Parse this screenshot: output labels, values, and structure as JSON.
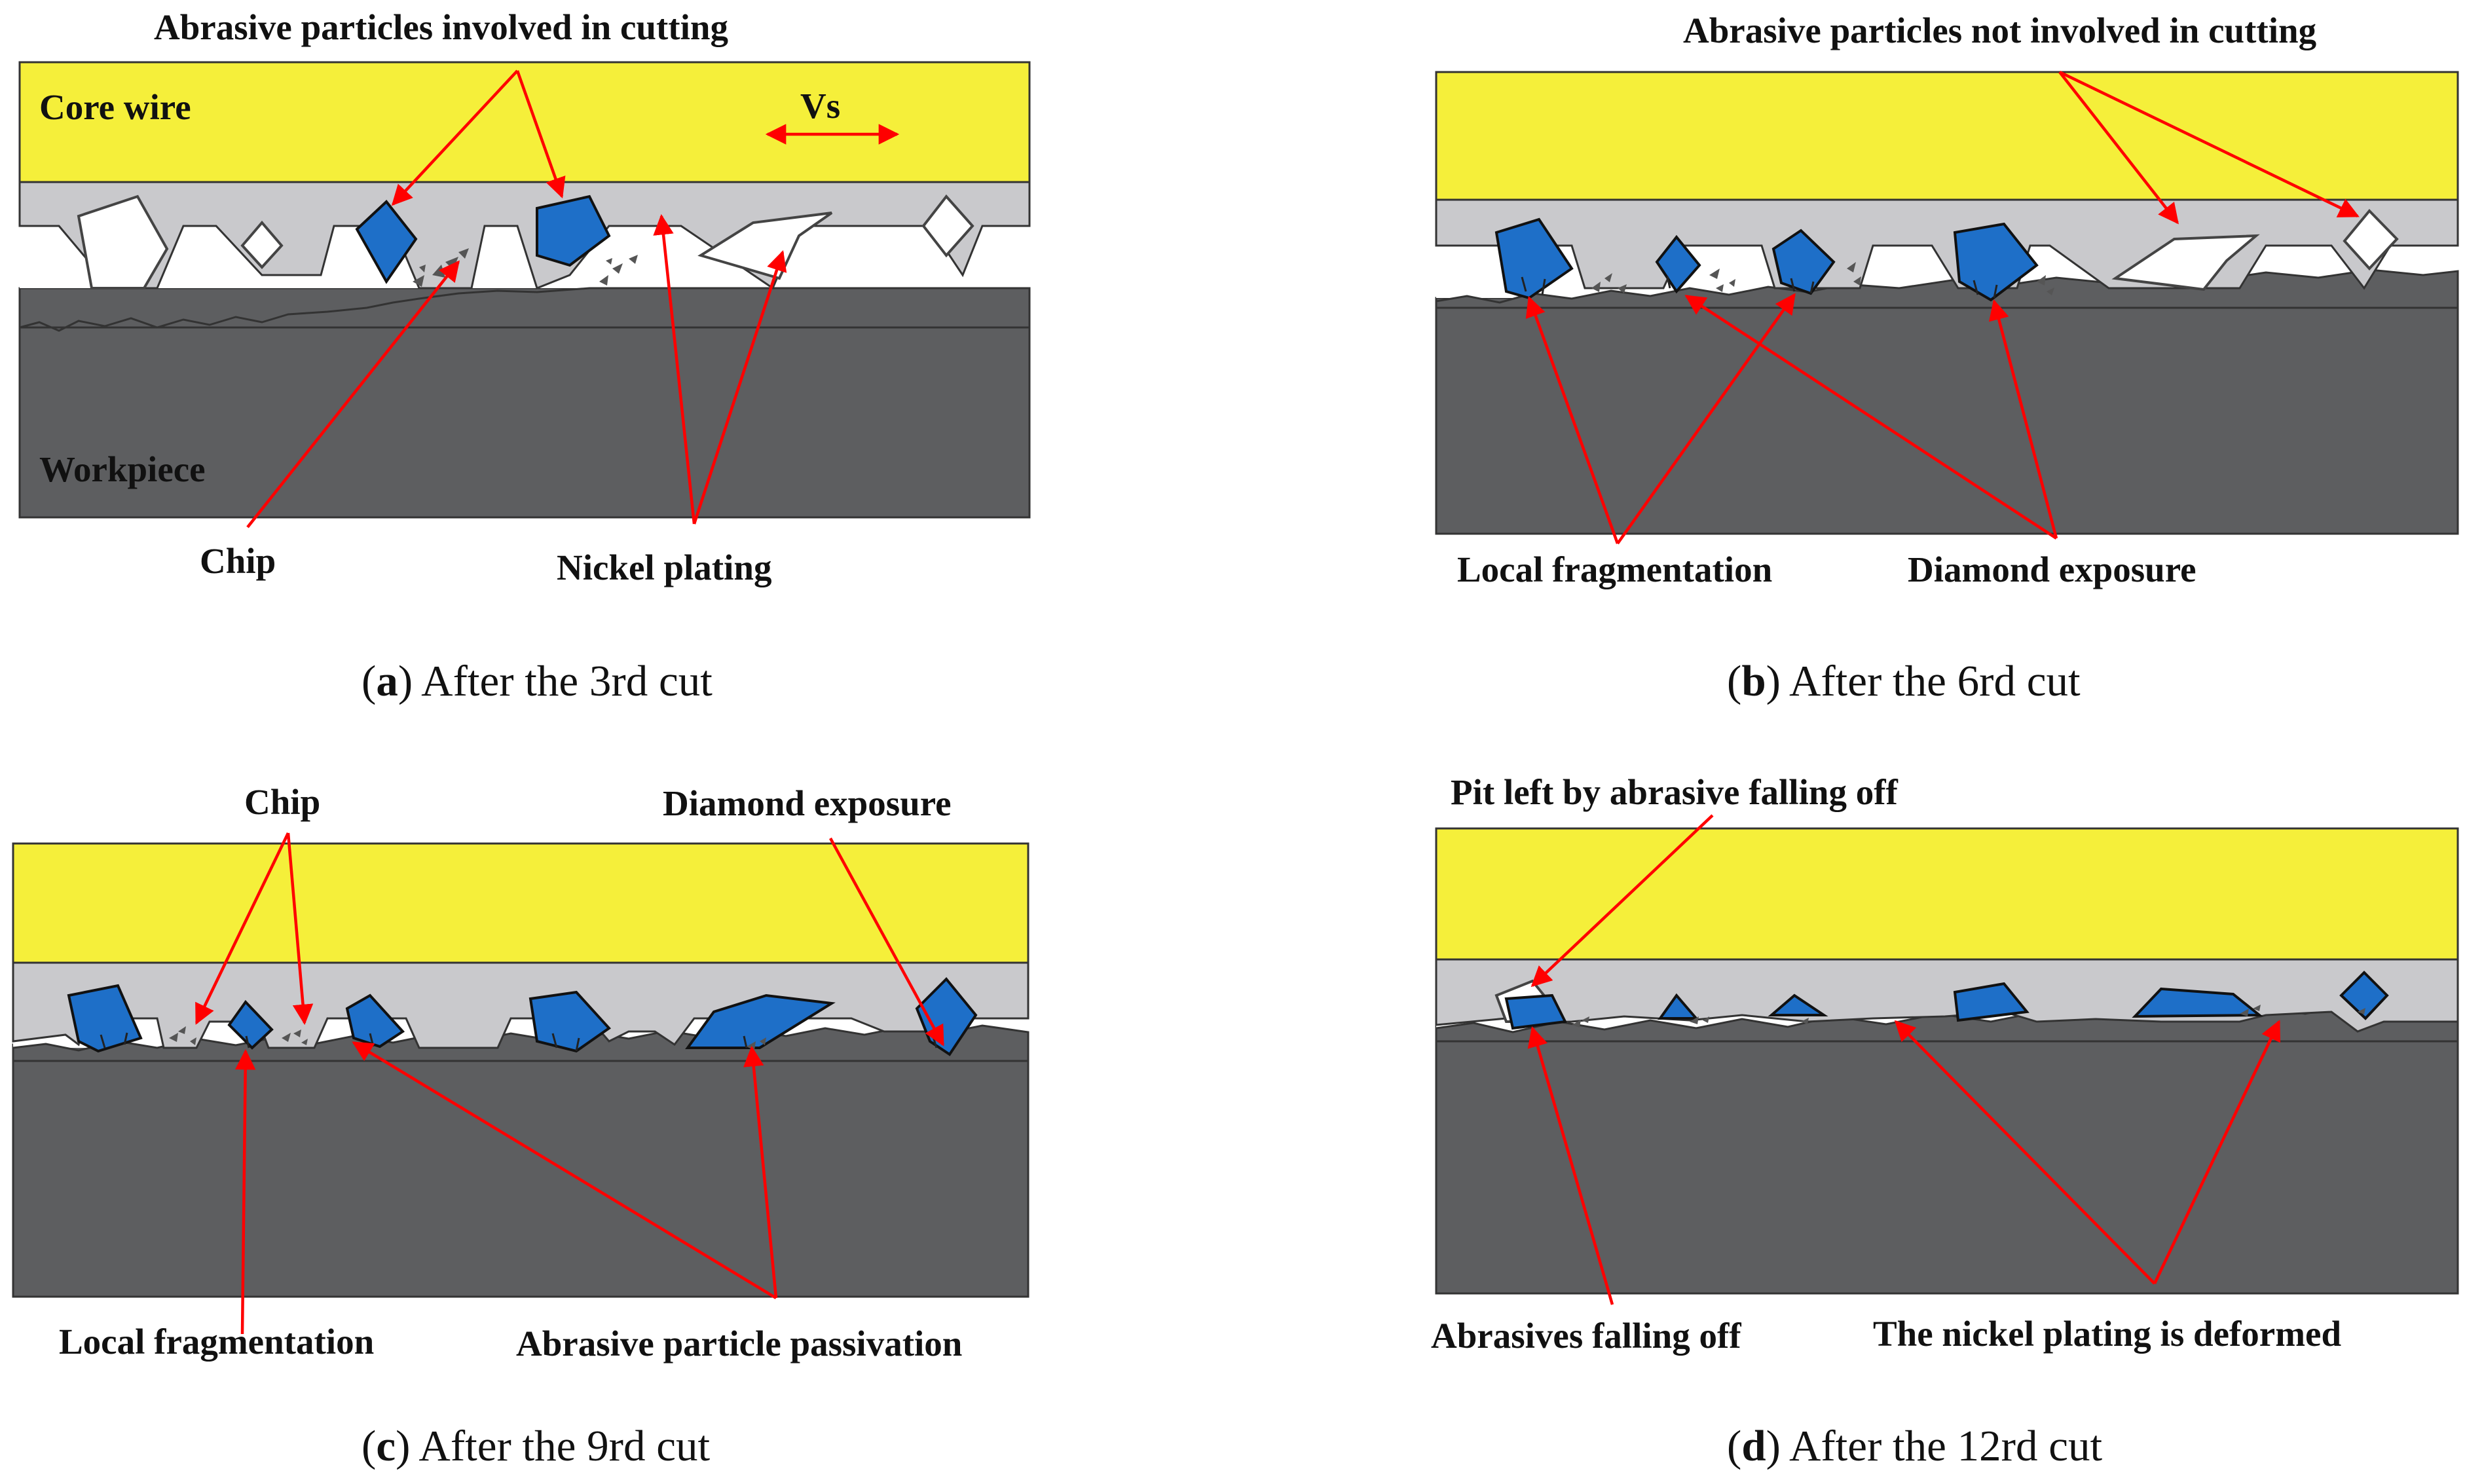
{
  "panels": [
    {
      "id": "a",
      "labels": {
        "top": "Abrasive particles involved in cutting",
        "core_wire": "Core wire",
        "velocity": "Vs",
        "workpiece": "Workpiece",
        "chip": "Chip",
        "nickel": "Nickel plating"
      },
      "caption": {
        "letter": "a",
        "text": " After the 3rd cut"
      }
    },
    {
      "id": "b",
      "labels": {
        "top": "Abrasive particles not involved in cutting",
        "local": "Local fragmentation",
        "exposure": "Diamond exposure"
      },
      "caption": {
        "letter": "b",
        "text": " After the 6rd cut"
      }
    },
    {
      "id": "c",
      "labels": {
        "chip": "Chip",
        "exposure": "Diamond exposure",
        "local": "Local fragmentation",
        "passivation": "Abrasive particle passivation"
      },
      "caption": {
        "letter": "c",
        "text": " After the 9rd cut"
      }
    },
    {
      "id": "d",
      "labels": {
        "pit": "Pit left by abrasive falling off",
        "falling": "Abrasives falling off",
        "deformed": "The nickel plating is deformed"
      },
      "caption": {
        "letter": "d",
        "text": " After the 12rd cut"
      }
    }
  ],
  "colors": {
    "core_wire": "#f5ef3a",
    "nickel_plating": "#c9c9cc",
    "workpiece": "#5d5e60",
    "diamond": "#1e6fc8",
    "arrow": "#ff0000"
  }
}
